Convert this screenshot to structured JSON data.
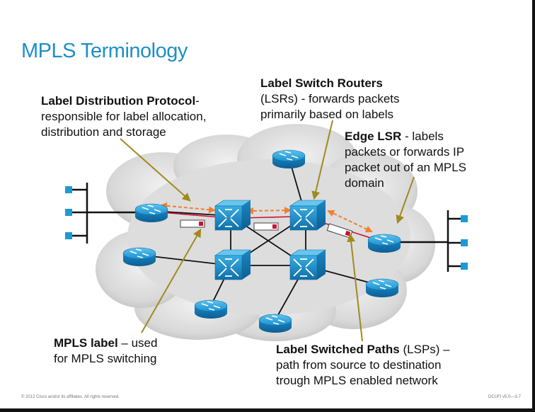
{
  "title": "MPLS Terminology",
  "annotations": {
    "ldp": {
      "term": "Label Distribution Protocol",
      "line1_rest": "-",
      "line2": "responsible for label allocation,",
      "line3": "distribution and storage"
    },
    "lsr": {
      "term": "Label Switch Routers",
      "line2": "(LSRs) - forwards packets",
      "line3": "primarily based on labels"
    },
    "edge_lsr": {
      "term": "Edge LSR",
      "line1_rest": " - labels",
      "line2": "packets or forwards IP",
      "line3": "packet out of an MPLS",
      "line4": "domain"
    },
    "mpls_label": {
      "term": "MPLS label",
      "line1_rest": " – used",
      "line2": "for MPLS switching"
    },
    "lsp": {
      "term": "Label Switched Paths",
      "line1_rest": " (LSPs) –",
      "line2": "path from source to destination",
      "line3": "trough MPLS enabled network"
    }
  },
  "footer": {
    "copyright": "© 2012 Cisco and/or its affiliates. All rights reserved.",
    "course": "DCUFI v5.0—3-7"
  },
  "colors": {
    "title": "#1e8fc7",
    "callout": "#a08a1e",
    "ldp_arrow": "#f08030",
    "lsp_path": "#cc1133",
    "router": "#1b9ad6",
    "host": "#1b9ad6"
  },
  "icons": [
    "router-icon",
    "lsr-icon",
    "host-icon",
    "label-icon",
    "cloud-icon"
  ]
}
